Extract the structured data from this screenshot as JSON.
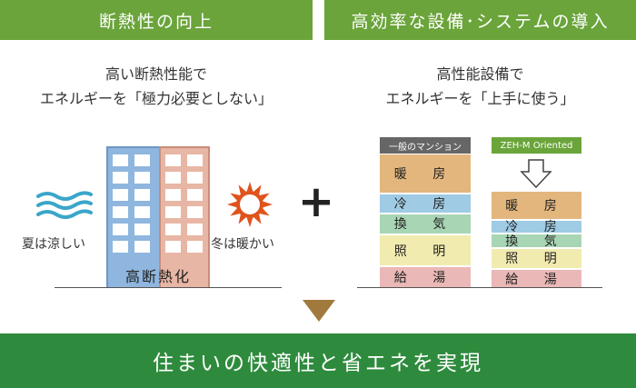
{
  "left": {
    "header": "断熱性の向上",
    "subtitle_line1": "高い断熱性能で",
    "subtitle_line2": "エネルギーを「極力必要としない」",
    "cool_label": "夏は涼しい",
    "warm_label": "冬は暖かい",
    "building_label": "高断熱化"
  },
  "plus_sign": "+",
  "right": {
    "header": "高効率な設備･システムの導入",
    "subtitle_line1": "高性能設備で",
    "subtitle_line2": "エネルギーを「上手に使う」",
    "typical": {
      "title": "一般のマンション",
      "bars": [
        {
          "label": "暖 房",
          "value": 2.0,
          "color": "#e3b67e"
        },
        {
          "label": "冷 房",
          "value": 1.0,
          "color": "#9fcbe4"
        },
        {
          "label": "換 気",
          "value": 1.1,
          "color": "#a8d5b4"
        },
        {
          "label": "照 明",
          "value": 1.6,
          "color": "#f2ebb0"
        },
        {
          "label": "給 湯",
          "value": 1.1,
          "color": "#eab8b6"
        }
      ]
    },
    "zeh": {
      "title": "ZEH-M Oriented",
      "bars": [
        {
          "label": "暖 房",
          "value": 1.2,
          "color": "#e3b67e"
        },
        {
          "label": "冷 房",
          "value": 0.6,
          "color": "#9fcbe4"
        },
        {
          "label": "換 気",
          "value": 0.6,
          "color": "#a8d5b4"
        },
        {
          "label": "照 明",
          "value": 0.9,
          "color": "#f2ebb0"
        },
        {
          "label": "給 湯",
          "value": 0.8,
          "color": "#eab8b6"
        }
      ]
    }
  },
  "bottom_banner": "住まいの快適性と省エネを実現",
  "colors": {
    "header_green": "#6aa43a",
    "banner_green": "#2e8b3d",
    "arrow": "#a07a3c",
    "sun": "#e0531c",
    "wave": "#3aa6c9"
  }
}
